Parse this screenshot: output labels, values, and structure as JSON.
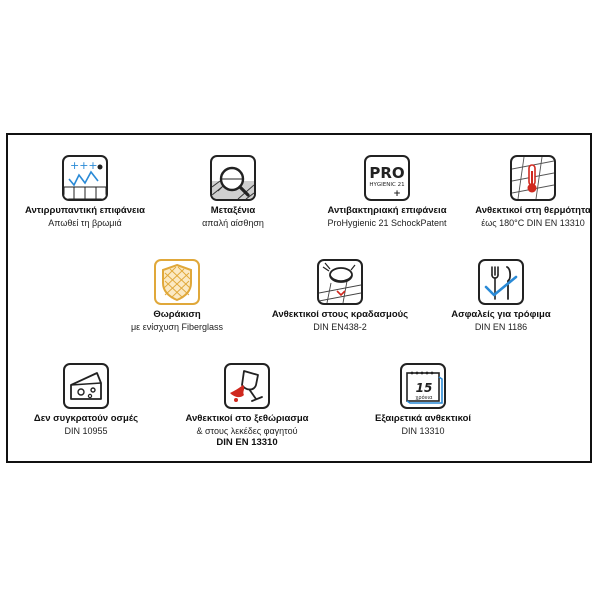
{
  "colors": {
    "border": "#111111",
    "accent_blue": "#2a8ad6",
    "accent_red": "#d0281e",
    "accent_gold": "#e0a83a"
  },
  "features": [
    {
      "icon": "dirt-repellent-surface-icon",
      "title": "Αντιρρυπαντική επιφάνεια",
      "subtitle": "Απωθεί τη βρωμιά"
    },
    {
      "icon": "magnifier-silky-texture-icon",
      "title": "Μεταξένια",
      "subtitle": "απαλή αίσθηση"
    },
    {
      "icon": "pro-hygienic-icon",
      "title": "Αντιβακτηριακή επιφάνεια",
      "subtitle": "ProHygienic 21 SchockPatent",
      "badge_main": "PRO",
      "badge_sub": "HYGIENIC 21"
    },
    {
      "icon": "thermometer-heat-icon",
      "title": "Ανθεκτικοί στη θερμότητα",
      "subtitle": "έως 180°C DIN EN 13310"
    },
    {
      "icon": "fiberglass-armor-icon",
      "title": "Θωράκιση",
      "subtitle": "με ενίσχυση Fiberglass"
    },
    {
      "icon": "scratch-resistant-icon",
      "title": "Ανθεκτικοί στους κραδασμούς",
      "subtitle": "DIN EN438-2"
    },
    {
      "icon": "food-safe-cutlery-icon",
      "title": "Ασφαλείς για τρόφιμα",
      "subtitle": "DIN EN 1186"
    },
    {
      "icon": "cheese-odor-icon",
      "title": "Δεν συγκρατούν οσμές",
      "subtitle": "DIN 10955"
    },
    {
      "icon": "wine-stain-icon",
      "title": "Ανθεκτικοί στο ξεθώριασμα",
      "subtitle": "& στους λεκέδες φαγητού",
      "subtitle2": "DIN EN 13310"
    },
    {
      "icon": "calendar-15-years-icon",
      "title": "Εξαιρετικά ανθεκτικοί",
      "subtitle": "DIN 13310",
      "badge_number": "15",
      "badge_word": "χρόνια"
    }
  ]
}
